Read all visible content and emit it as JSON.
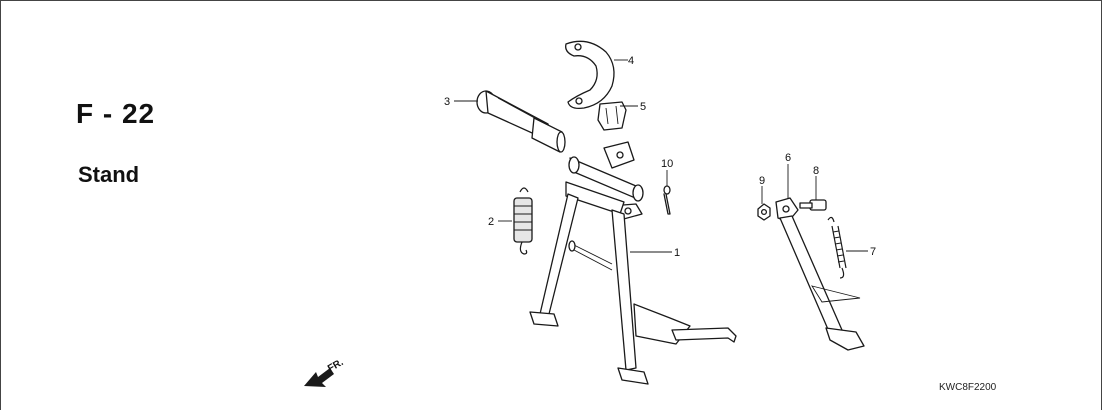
{
  "header": {
    "section_code": "F - 22",
    "section_title": "Stand"
  },
  "drawing_id": "KWC8F2200",
  "direction_marker": {
    "label": "FR."
  },
  "callouts": {
    "c1": "1",
    "c2": "2",
    "c3": "3",
    "c4": "4",
    "c5": "5",
    "c6": "6",
    "c7": "7",
    "c8": "8",
    "c9": "9",
    "c10": "10"
  }
}
